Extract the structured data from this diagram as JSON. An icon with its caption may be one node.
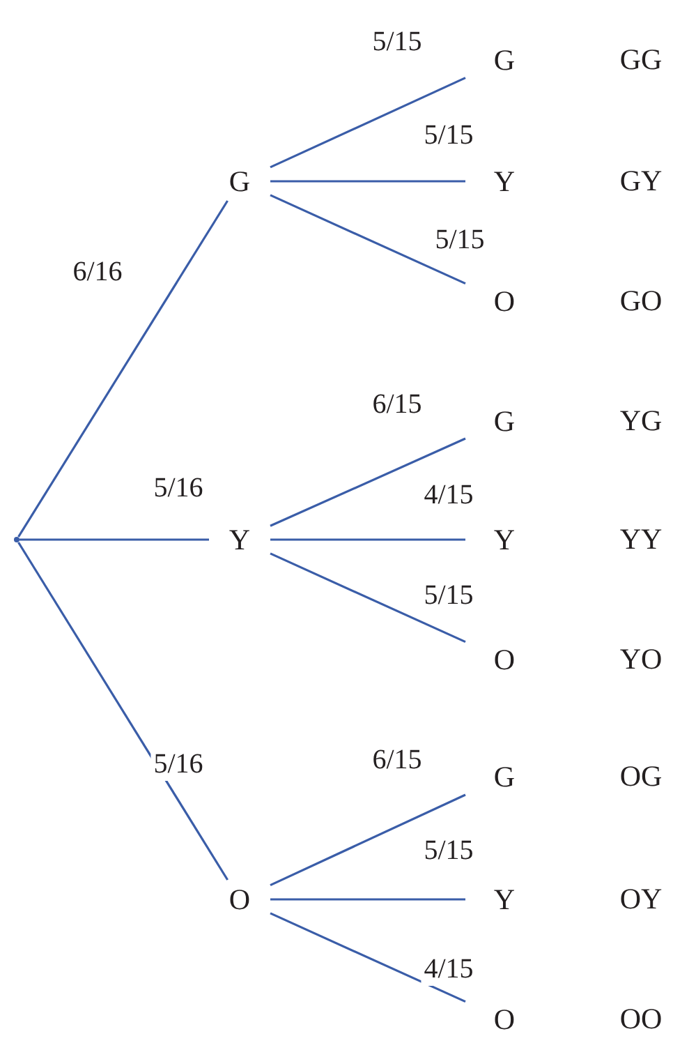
{
  "diagram": {
    "nodes": [
      {
        "text": [],
        "shape": "point"
      },
      {
        "text": [
          "G"
        ]
      },
      {
        "text": [
          "Y"
        ]
      },
      {
        "text": [
          "O"
        ]
      },
      {
        "text": [
          "G"
        ],
        "beside": [
          "GG"
        ]
      },
      {
        "text": [
          "Y"
        ],
        "beside": [
          "GY"
        ]
      },
      {
        "text": [
          "O"
        ],
        "beside": [
          "GO"
        ]
      },
      {
        "text": [
          "G"
        ],
        "beside": [
          "YG"
        ]
      },
      {
        "text": [
          "Y"
        ],
        "beside": [
          "YY"
        ]
      },
      {
        "text": [
          "O"
        ],
        "beside": [
          "YO"
        ]
      },
      {
        "text": [
          "G"
        ],
        "beside": [
          "OG"
        ]
      },
      {
        "text": [
          "Y"
        ],
        "beside": [
          "OY"
        ]
      },
      {
        "text": [
          "O"
        ],
        "beside": [
          "OO"
        ]
      }
    ],
    "edges": [
      {
        "from": 0,
        "to": 1,
        "arrow": "none",
        "label": "6/16"
      },
      {
        "from": 0,
        "to": 2,
        "arrow": "none",
        "label": "5/16"
      },
      {
        "from": 0,
        "to": 3,
        "arrow": "none",
        "label": "5/16"
      },
      {
        "from": 1,
        "to": 4,
        "arrow": "none",
        "label": "5/15"
      },
      {
        "from": 1,
        "to": 5,
        "arrow": "none",
        "label": "5/15"
      },
      {
        "from": 1,
        "to": 6,
        "arrow": "none",
        "label": "5/15"
      },
      {
        "from": 2,
        "to": 7,
        "arrow": "none",
        "label": "6/15"
      },
      {
        "from": 2,
        "to": 8,
        "arrow": "none",
        "label": "4/15"
      },
      {
        "from": 2,
        "to": 9,
        "arrow": "none",
        "label": "5/15"
      },
      {
        "from": 3,
        "to": 10,
        "arrow": "none",
        "label": "6/15"
      },
      {
        "from": 3,
        "to": 11,
        "arrow": "none",
        "label": "5/15"
      },
      {
        "from": 3,
        "to": 12,
        "arrow": "none",
        "label": "4/15"
      }
    ]
  }
}
